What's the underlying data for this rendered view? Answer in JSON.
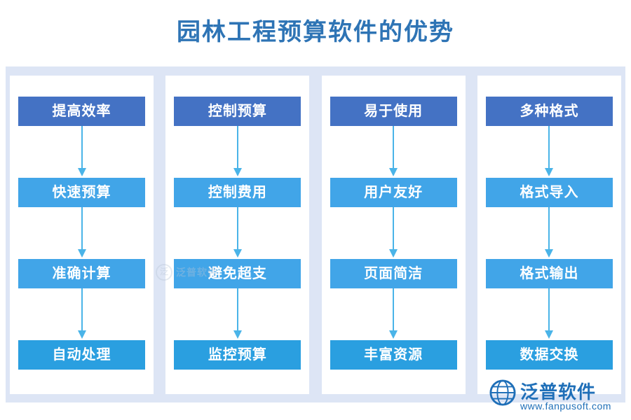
{
  "title": "园林工程预算软件的优势",
  "theme": {
    "title_color": "#2e74b5",
    "band_color": "#dde5f5",
    "level0_color": "#4472c4",
    "level_other_color": "#41a5e8",
    "arrow_color": "#4ab4e8",
    "logo_color": "#1f6fb8"
  },
  "columns": [
    {
      "name": "column-1",
      "nodes": [
        "提高效率",
        "快速预算",
        "准确计算",
        "自动处理"
      ]
    },
    {
      "name": "column-2",
      "nodes": [
        "控制预算",
        "控制费用",
        "避免超支",
        "监控预算"
      ]
    },
    {
      "name": "column-3",
      "nodes": [
        "易于使用",
        "用户友好",
        "页面简洁",
        "丰富资源"
      ]
    },
    {
      "name": "column-4",
      "nodes": [
        "多种格式",
        "格式导入",
        "格式输出",
        "数据交换"
      ]
    }
  ],
  "watermark": {
    "mark": "泛",
    "text": "泛普软件"
  },
  "logo": {
    "name": "泛普软件",
    "url": "www.fanpusoft.com"
  }
}
